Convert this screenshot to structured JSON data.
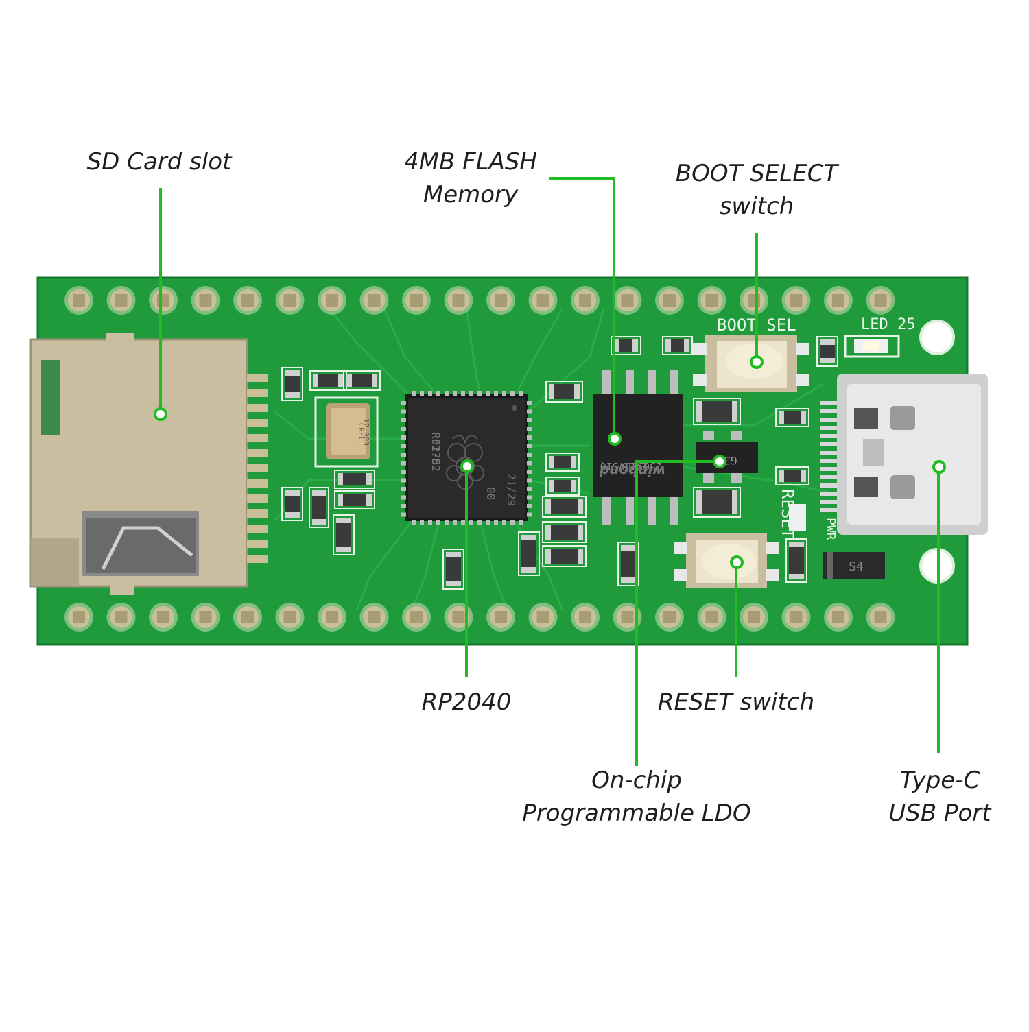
{
  "colors": {
    "leader": "#22bb22",
    "pcb": "#1f9b3c",
    "pcb_dark": "#0f6b24",
    "silkscreen": "#e8f5e8",
    "pad": "#c9c09a",
    "chip": "#222222",
    "connector_metal": "#c8c8c8"
  },
  "callouts": {
    "sd_card": {
      "line1": "SD Card slot"
    },
    "flash": {
      "line1": "4MB FLASH",
      "line2": "Memory"
    },
    "boot": {
      "line1": "BOOT SELECT",
      "line2": "switch"
    },
    "rp2040": {
      "line1": "RP2040"
    },
    "reset": {
      "line1": "RESET switch"
    },
    "ldo": {
      "line1": "On-chip",
      "line2": "Programmable LDO"
    },
    "usb": {
      "line1": "Type-C",
      "line2": "USB Port"
    }
  },
  "board_silkscreen": {
    "boot_sel": "BOOT SEL",
    "led": "LED 25",
    "reset": "RESET",
    "pwr": "PWR",
    "diode": "S4",
    "ldo_marking": "G3P",
    "crystal": "12.000",
    "crystal_brand": "CREC",
    "mcu_line1": "RP2-B2",
    "mcu_line2": "21/29",
    "mcu_line3": "P61752",
    "mcu_line4": "00",
    "flash_line1": "2409",
    "flash_line2": "25Q32JVSIQ",
    "flash_brand": "winbond"
  }
}
